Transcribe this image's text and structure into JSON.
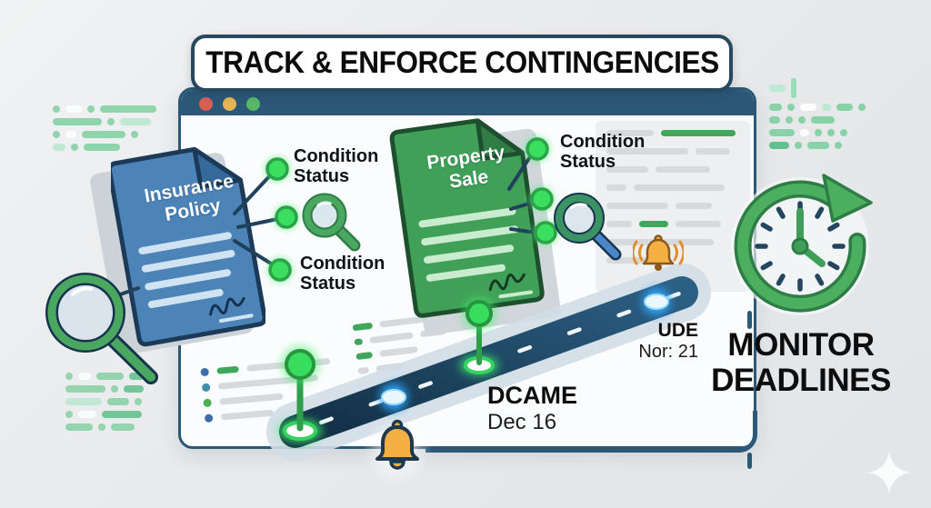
{
  "banner": {
    "title": "TRACK & ENFORCE CONTINGENCIES"
  },
  "documents": [
    {
      "title": "Insurance Policy"
    },
    {
      "title": "Property Sale"
    }
  ],
  "labels": {
    "condition_status": "Condition Status"
  },
  "timeline": {
    "milestones": [
      {
        "name": "DCAME",
        "date": "Dec 16"
      },
      {
        "name": "UDE",
        "date": "Nor: 21"
      }
    ]
  },
  "caption": {
    "line1": "MONITOR",
    "line2": "DEADLINES"
  },
  "icons": {
    "magnifier": "search magnifying glass",
    "bell": "deadline alert bell",
    "clock_history": "clock with circular arrow",
    "status_dot": "green condition status dot",
    "timeline_pin": "green milestone pin",
    "traffic_lights": "browser window dots"
  },
  "palette": {
    "navy": "#2b5876",
    "green": "#3fae58",
    "bright_green": "#3ade5f",
    "doc_blue": "#4d84b8",
    "doc_green": "#41a058",
    "bell_orange": "#f5b043",
    "node_blue": "#35aaff"
  }
}
